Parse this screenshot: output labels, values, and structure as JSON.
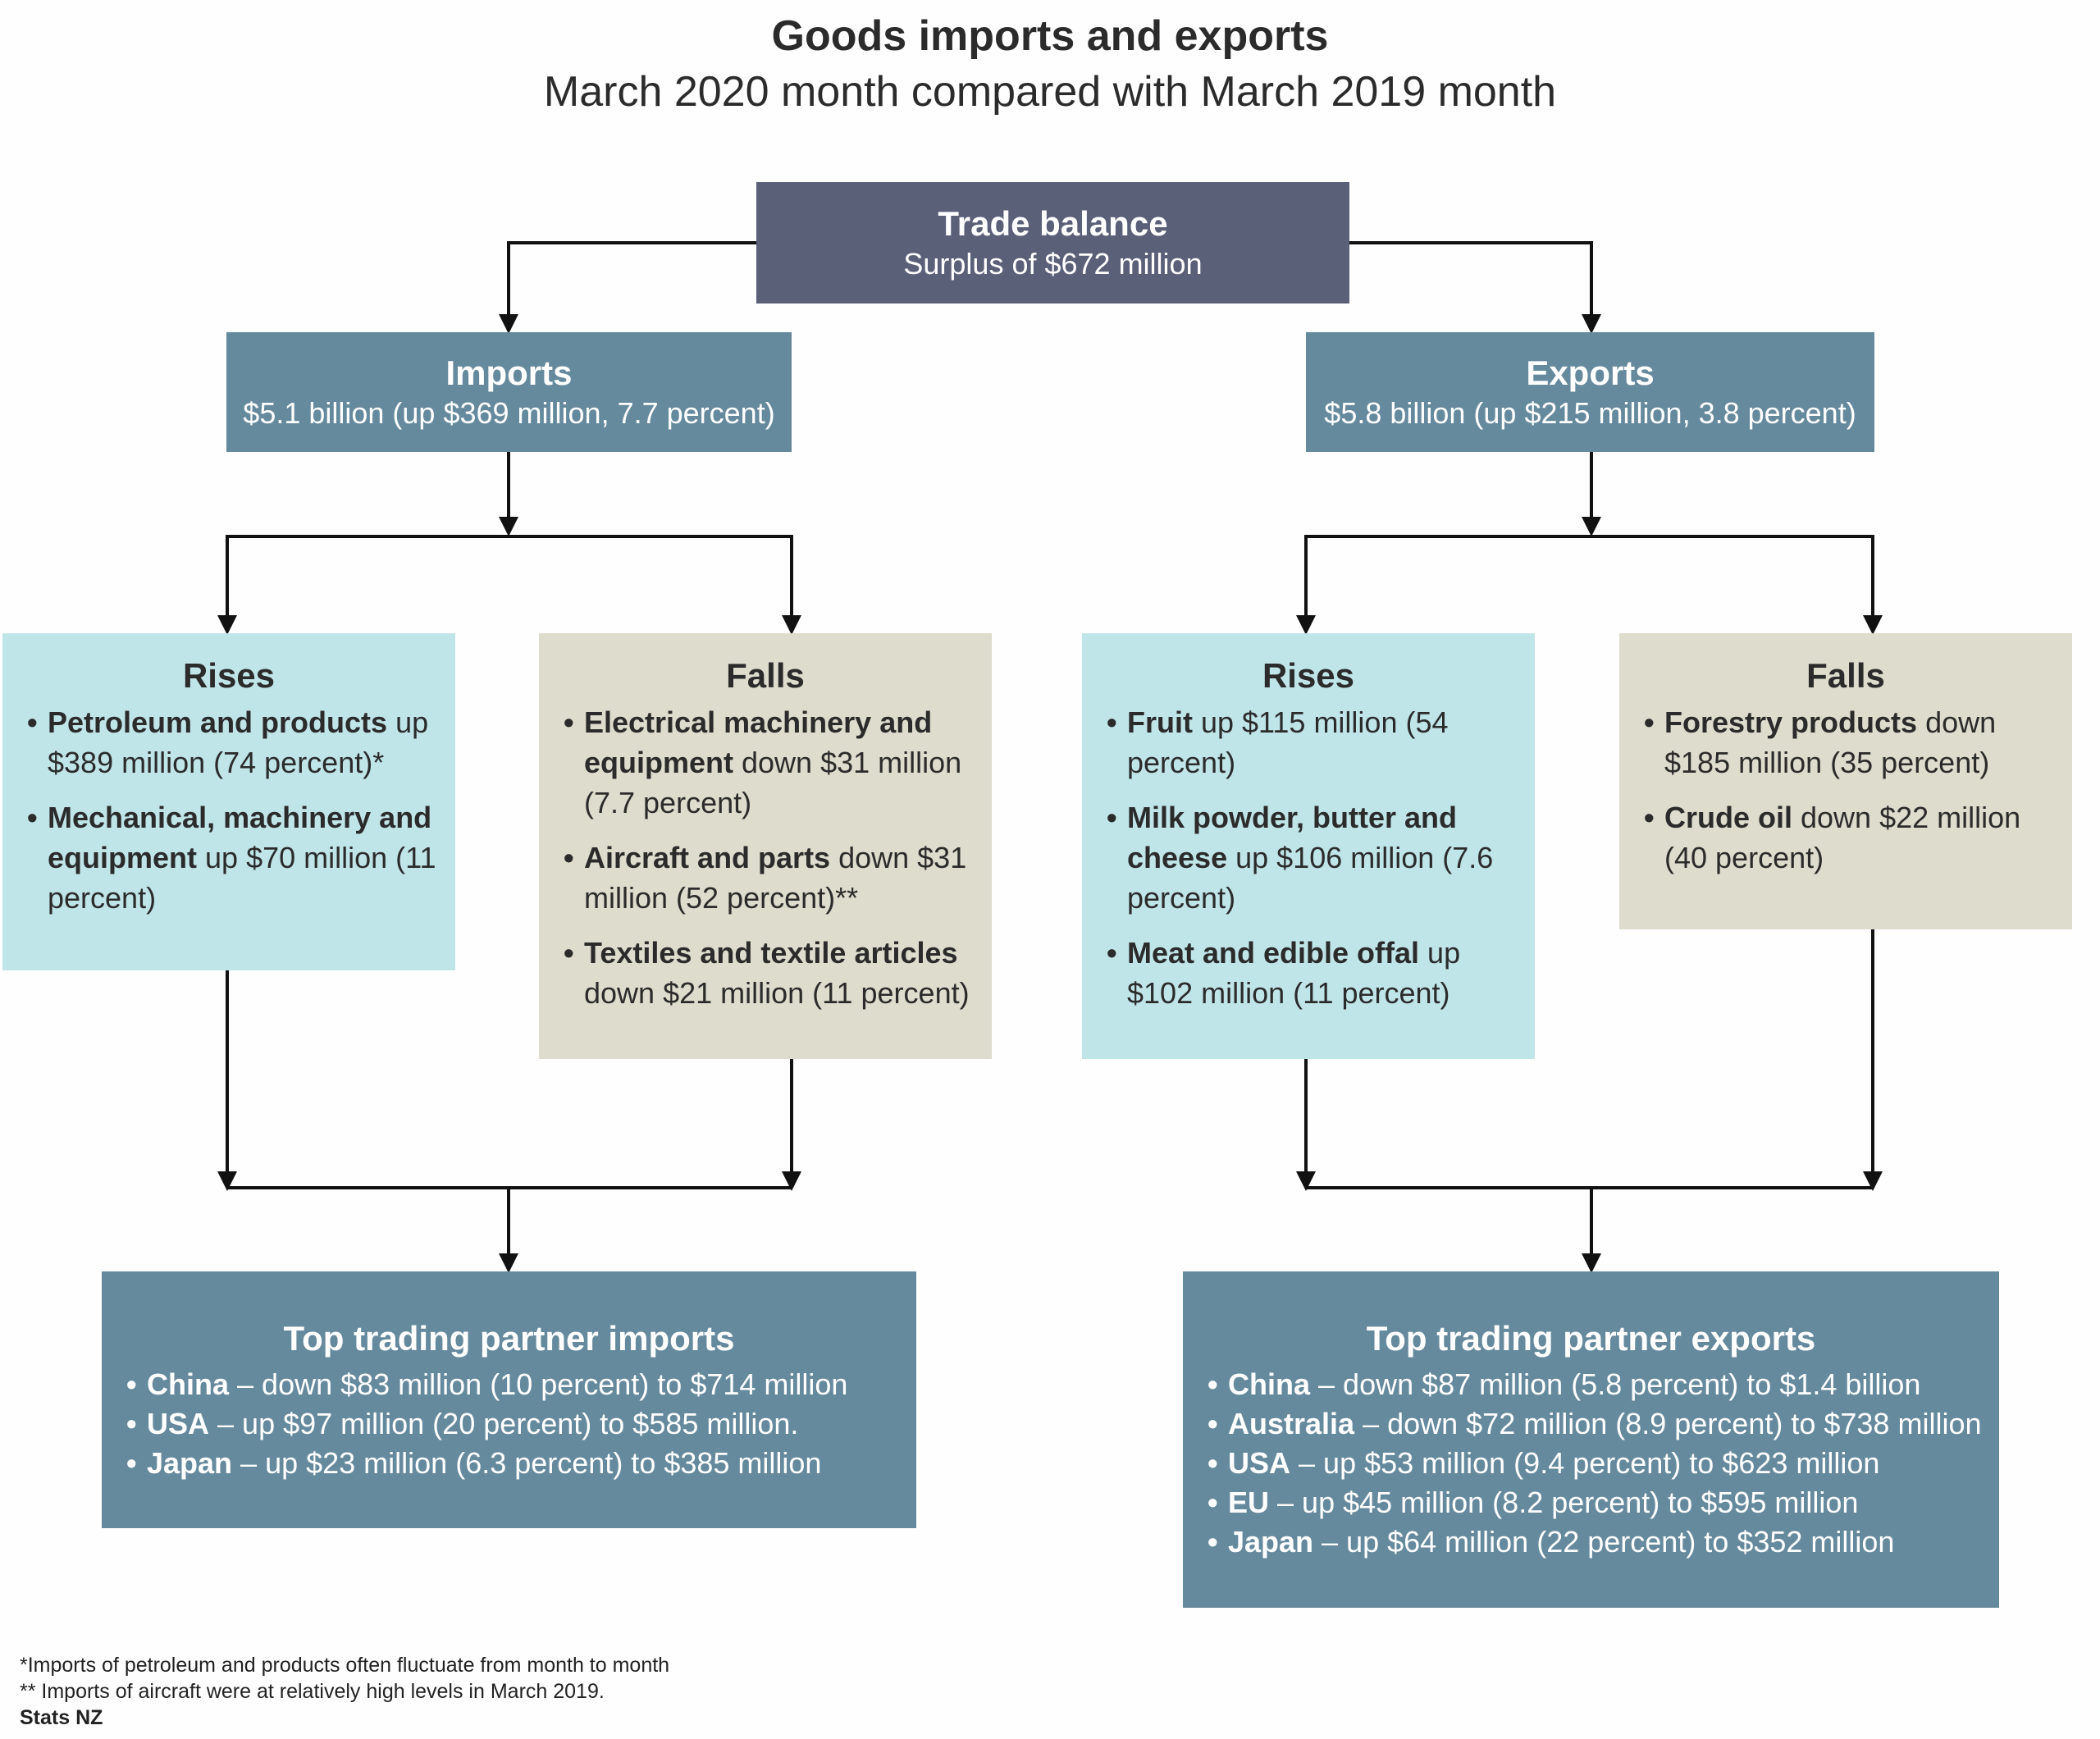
{
  "title": "Goods imports and exports",
  "subtitle": "March 2020 month compared with March 2019 month",
  "trade_balance": {
    "heading": "Trade balance",
    "value": "Surplus of $672 million"
  },
  "imports": {
    "heading": "Imports",
    "value": "$5.1 billion (up $369 million, 7.7 percent)",
    "rises": {
      "heading": "Rises",
      "items": [
        {
          "name": "Petroleum and products",
          "detail": " up $389 million (74 percent)*"
        },
        {
          "name": "Mechanical, machinery and equipment",
          "detail": " up $70 million (11 percent)"
        }
      ]
    },
    "falls": {
      "heading": "Falls",
      "items": [
        {
          "name": "Electrical machinery and equipment",
          "detail": " down $31 million (7.7 percent)"
        },
        {
          "name": "Aircraft and parts",
          "detail": " down $31 million (52 percent)**"
        },
        {
          "name": "Textiles and textile articles",
          "detail": " down $21 million (11 percent)"
        }
      ]
    },
    "partners": {
      "heading": "Top trading partner imports",
      "items": [
        {
          "country": "China",
          "detail": " – down $83 million (10 percent) to $714 million"
        },
        {
          "country": "USA",
          "detail": " – up $97 million (20 percent) to $585 million."
        },
        {
          "country": "Japan",
          "detail": " – up $23 million (6.3 percent) to $385 million"
        }
      ]
    }
  },
  "exports": {
    "heading": "Exports",
    "value": "$5.8 billion (up $215 million, 3.8 percent)",
    "rises": {
      "heading": "Rises",
      "items": [
        {
          "name": "Fruit",
          "detail": " up $115 million (54 percent)"
        },
        {
          "name": "Milk powder, butter and cheese",
          "detail": " up $106 million (7.6 percent)"
        },
        {
          "name": "Meat and edible offal",
          "detail": " up $102 million (11 percent)"
        }
      ]
    },
    "falls": {
      "heading": "Falls",
      "items": [
        {
          "name": "Forestry products",
          "detail": " down $185 million (35 percent)"
        },
        {
          "name": "Crude oil",
          "detail": " down $22 million (40 percent)"
        }
      ]
    },
    "partners": {
      "heading": "Top trading partner exports",
      "items": [
        {
          "country": "China",
          "detail": " – down $87 million (5.8 percent) to $1.4 billion"
        },
        {
          "country": "Australia",
          "detail": " – down $72 million (8.9 percent) to $738 million"
        },
        {
          "country": "USA",
          "detail": " – up $53 million (9.4 percent) to $623 million"
        },
        {
          "country": "EU",
          "detail": " – up $45 million (8.2 percent) to $595 million"
        },
        {
          "country": "Japan",
          "detail": " – up $64 million (22 percent) to $352 million"
        }
      ]
    }
  },
  "footnotes": [
    "*Imports of petroleum and products often fluctuate from month to month",
    "** Imports of aircraft were at relatively high levels in March 2019."
  ],
  "source": "Stats NZ",
  "colors": {
    "trade_balance": "#5b6079",
    "summary": "#668a9d",
    "rises": "#c0e5e9",
    "falls": "#dedccd"
  }
}
